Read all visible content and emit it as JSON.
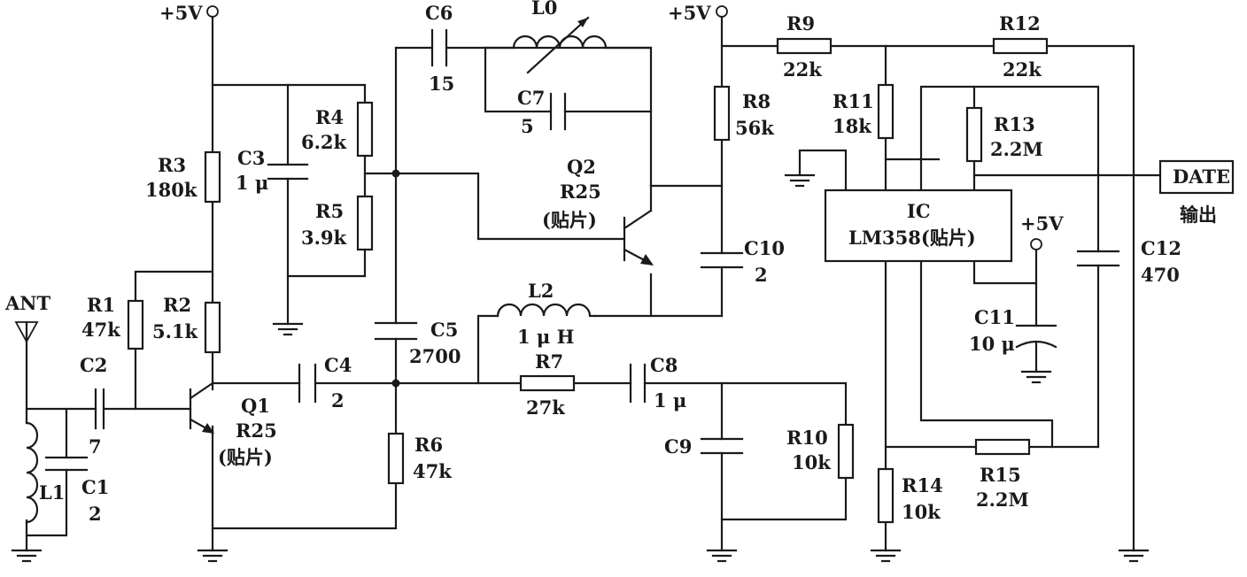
{
  "supply": {
    "p1": "+5V",
    "p2": "+5V",
    "p3": "+5V"
  },
  "antenna": "ANT",
  "R1": {
    "name": "R1",
    "value": "47k"
  },
  "R2": {
    "name": "R2",
    "value": "5.1k"
  },
  "R3": {
    "name": "R3",
    "value": "180k"
  },
  "R4": {
    "name": "R4",
    "value": "6.2k"
  },
  "R5": {
    "name": "R5",
    "value": "3.9k"
  },
  "R6": {
    "name": "R6",
    "value": "47k"
  },
  "R7": {
    "name": "R7",
    "value": "27k"
  },
  "R8": {
    "name": "R8",
    "value": "56k"
  },
  "R9": {
    "name": "R9",
    "value": "22k"
  },
  "R10": {
    "name": "R10",
    "value": "10k"
  },
  "R11": {
    "name": "R11",
    "value": "18k"
  },
  "R12": {
    "name": "R12",
    "value": "22k"
  },
  "R13": {
    "name": "R13",
    "value": "2.2M"
  },
  "R14": {
    "name": "R14",
    "value": "10k"
  },
  "R15": {
    "name": "R15",
    "value": "2.2M"
  },
  "C1": {
    "name": "C1",
    "value": "2"
  },
  "C2": {
    "name": "C2",
    "value": "7"
  },
  "C3": {
    "name": "C3",
    "value": "1 μ"
  },
  "C4": {
    "name": "C4",
    "value": "2"
  },
  "C5": {
    "name": "C5",
    "value": "2700"
  },
  "C6": {
    "name": "C6",
    "value": "15"
  },
  "C7": {
    "name": "C7",
    "value": "5"
  },
  "C8": {
    "name": "C8",
    "value": "1 μ"
  },
  "C9": {
    "name": "C9"
  },
  "C10": {
    "name": "C10",
    "value": "2"
  },
  "C11": {
    "name": "C11",
    "value": "10 μ"
  },
  "C12": {
    "name": "C12",
    "value": "470"
  },
  "L0": {
    "name": "L0"
  },
  "L1": {
    "name": "L1"
  },
  "L2": {
    "name": "L2",
    "value": "1 μ H"
  },
  "Q1": {
    "name": "Q1",
    "type": "R25",
    "package": "(贴片)"
  },
  "Q2": {
    "name": "Q2",
    "type": "R25",
    "package": "(贴片)"
  },
  "IC": {
    "name": "IC",
    "part": "LM358(贴片)"
  },
  "output": {
    "label": "DATE",
    "caption": "输出"
  }
}
